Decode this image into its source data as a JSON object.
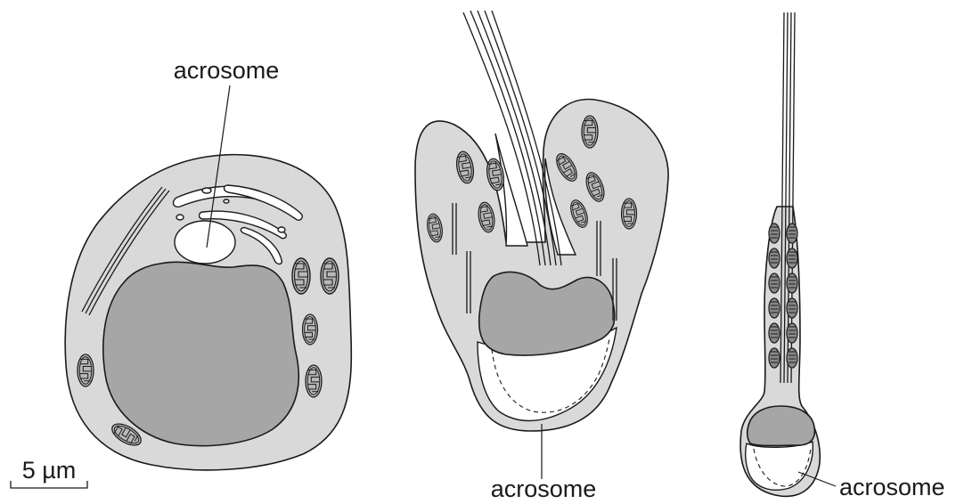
{
  "labels": {
    "acrosome_cell1": "acrosome",
    "acrosome_cell2": "acrosome",
    "acrosome_cell3": "acrosome",
    "scale_bar": "5 µm"
  },
  "colors": {
    "cytoplasm": "#d9d9d9",
    "nucleus": "#a6a6a6",
    "outline": "#1a1a1a",
    "acrosome": "#ffffff"
  }
}
